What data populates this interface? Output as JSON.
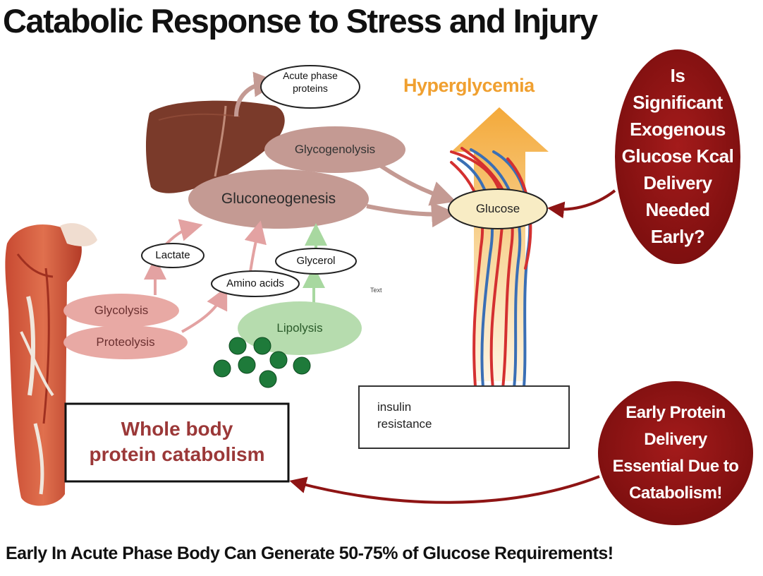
{
  "title": "Catabolic Response to Stress and Injury",
  "footer": "Early In Acute Phase Body Can Generate 50-75% of Glucose Requirements!",
  "labels": {
    "acute_phase_proteins": "Acute phase\nproteins",
    "hyperglycemia": "Hyperglycemia",
    "glycogenolysis": "Glycogenolysis",
    "gluconeogenesis": "Gluconeogenesis",
    "glucose": "Glucose",
    "lactate": "Lactate",
    "glycerol": "Glycerol",
    "amino_acids": "Amino acids",
    "text_placeholder": "Text",
    "glycolysis": "Glycolysis",
    "proteolysis": "Proteolysis",
    "lipolysis": "Lipolysis",
    "insulin_resistance": "insulin\nresistance",
    "whole_body": "Whole body\nprotein catabolism"
  },
  "callouts": {
    "glucose_question": "Is\nSignificant\nExogenous\nGlucose Kcal\nDelivery\nNeeded\nEarly?",
    "protein_delivery": "Early Protein\nDelivery\nEssential Due to\nCatabolism!"
  },
  "colors": {
    "callout_red": "#8e1414",
    "liver": "#7a3a2a",
    "process_oval": "#c49a93",
    "muscle_oval": "#e8a9a4",
    "lipolysis_oval": "#b6dcae",
    "hyperglycemia_orange": "#f0a030",
    "fat_cells": "#1e7a3a"
  }
}
